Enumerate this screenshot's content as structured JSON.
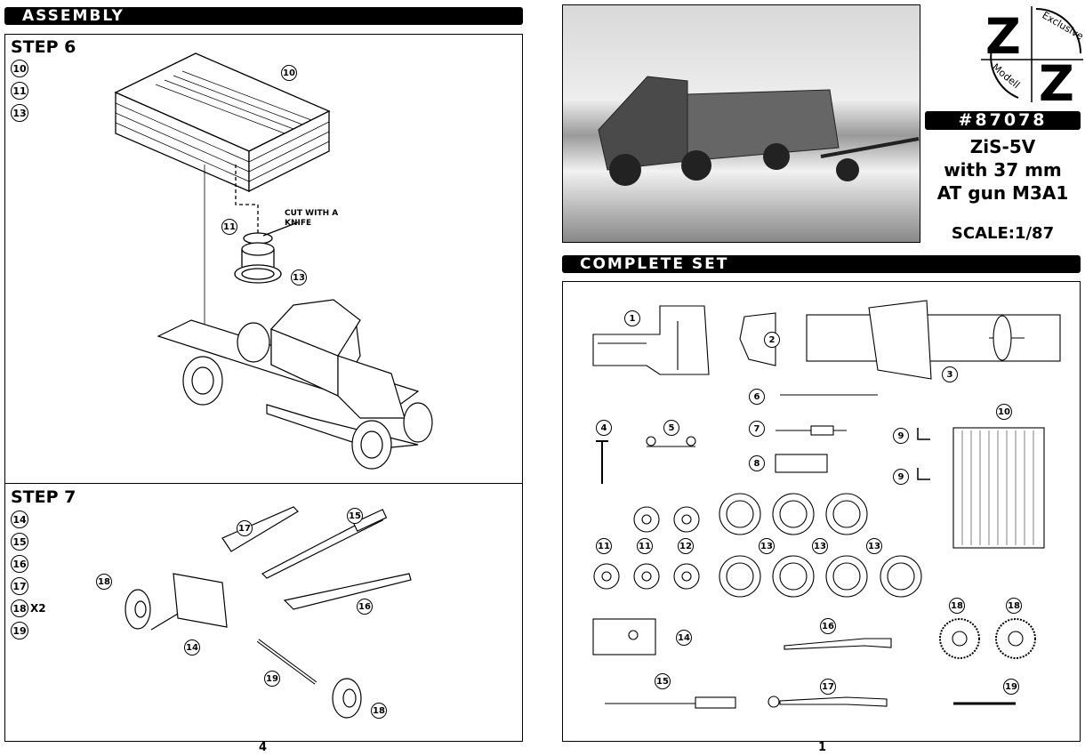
{
  "left_page": {
    "header": "ASSEMBLY",
    "step6": {
      "title": "STEP 6",
      "parts": [
        "10",
        "11",
        "13"
      ],
      "callouts": [
        "10",
        "11",
        "13"
      ],
      "note": "CUT WITH A KNIFE"
    },
    "step7": {
      "title": "STEP 7",
      "parts": [
        "14",
        "15",
        "16",
        "17",
        "18",
        "19"
      ],
      "quantity_18": "X2",
      "callouts": [
        "17",
        "15",
        "18",
        "16",
        "14",
        "19",
        "18"
      ]
    },
    "page_number": "4"
  },
  "right_page": {
    "logo": {
      "letters": [
        "Z",
        "Z"
      ],
      "ring_text": [
        "Exclusive",
        "Modell"
      ]
    },
    "kit_number": "#87078",
    "title_lines": [
      "ZiS-5V",
      "with 37 mm",
      "AT gun M3A1"
    ],
    "scale": "SCALE:1/87",
    "section_header": "COMPLETE SET",
    "part_labels": [
      "1",
      "2",
      "3",
      "6",
      "4",
      "5",
      "7",
      "9",
      "10",
      "8",
      "9",
      "11",
      "11",
      "12",
      "13",
      "13",
      "13",
      "18",
      "18",
      "14",
      "16",
      "15",
      "17",
      "19"
    ],
    "page_number": "1"
  }
}
